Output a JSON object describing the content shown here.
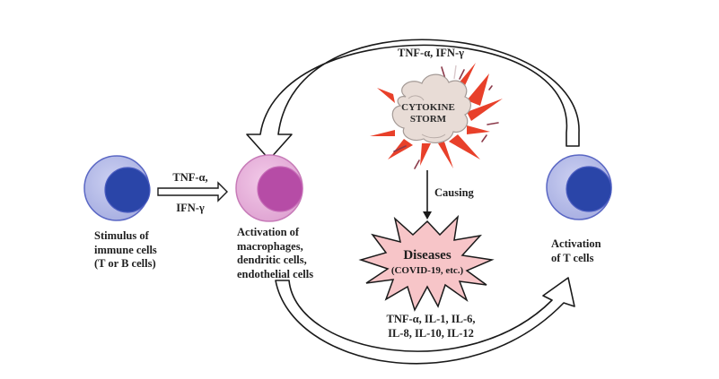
{
  "diagram": {
    "title": "Cytokine storm cycle",
    "nodes": {
      "stimulus": {
        "label_lines": [
          "Stimulus of",
          "immune cells",
          "(T or B cells)"
        ],
        "cell_colors": {
          "cytoplasm": "#b7bde8",
          "nucleus": "#2a45a8",
          "outline": "#5a67c4"
        }
      },
      "macrophages": {
        "label_lines": [
          "Activation of",
          "macrophages,",
          "dendritic cells,",
          "endothelial cells"
        ],
        "cell_colors": {
          "cytoplasm": "#eab6dd",
          "nucleus": "#b64ca6",
          "outline": "#c77bb8"
        }
      },
      "t_cells": {
        "label_lines": [
          "Activation",
          "of T cells"
        ],
        "cell_colors": {
          "cytoplasm": "#b7bde8",
          "nucleus": "#2a45a8",
          "outline": "#5a67c4"
        }
      },
      "cytokine_storm": {
        "label_lines": [
          "CYTOKINE",
          "STORM"
        ],
        "colors": {
          "cloud": "#e8dcd6",
          "burst": "#e8402a"
        }
      },
      "diseases": {
        "title": "Diseases",
        "subtitle": "(COVID-19, etc.)",
        "colors": {
          "fill": "#f7c5c8",
          "outline": "#1a1a1a"
        }
      }
    },
    "edges": {
      "stimulus_to_macrophages": {
        "label_lines": [
          "TNF-α,",
          "IFN-γ"
        ]
      },
      "top_arc": {
        "label": "TNF-α, IFN-γ"
      },
      "storm_to_diseases": {
        "label": "Causing"
      },
      "bottom_arc": {
        "label_lines": [
          "TNF-α, IL-1, IL-6,",
          "IL-8, IL-10, IL-12"
        ]
      }
    }
  }
}
